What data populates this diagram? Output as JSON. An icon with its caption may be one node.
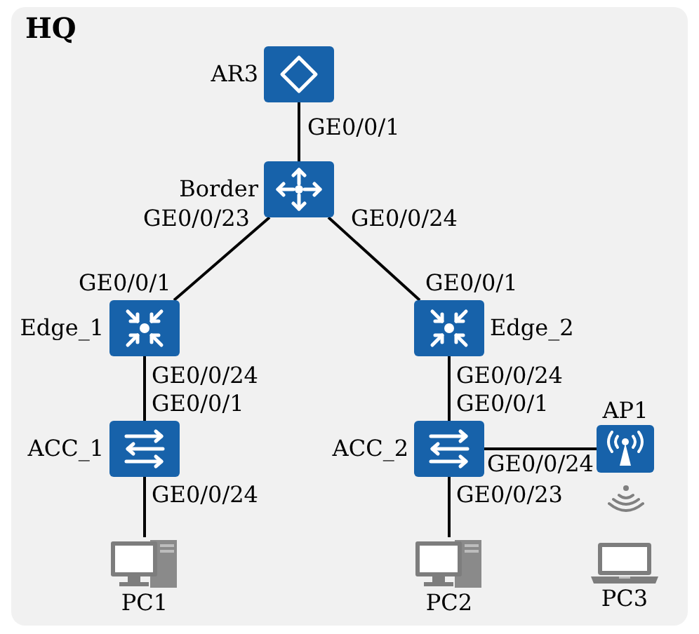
{
  "diagram": {
    "nodes": [
      {
        "text": [
          "HQ"
        ]
      },
      {
        "text": [
          "AR3"
        ],
        "in": 0
      },
      {
        "text": [
          "Border"
        ],
        "in": 0
      },
      {
        "text": [
          "Edge_1"
        ],
        "in": 0
      },
      {
        "text": [
          "Edge_2"
        ],
        "in": 0
      },
      {
        "text": [
          "ACC_1"
        ],
        "in": 0
      },
      {
        "text": [
          "ACC_2"
        ],
        "in": 0
      },
      {
        "text": [
          "AP1"
        ],
        "in": 0
      },
      {
        "text": [
          "PC1"
        ],
        "in": 0
      },
      {
        "text": [
          "PC2"
        ],
        "in": 0
      },
      {
        "text": [
          "PC3"
        ],
        "in": 0
      }
    ],
    "edges": [
      {
        "from": 1,
        "to": 2,
        "arrow": "none"
      },
      {
        "from": 2,
        "to": 3,
        "arrow": "none"
      },
      {
        "from": 2,
        "to": 4,
        "arrow": "none"
      },
      {
        "from": 3,
        "to": 5,
        "arrow": "none"
      },
      {
        "from": 4,
        "to": 6,
        "arrow": "none"
      },
      {
        "from": 5,
        "to": 8,
        "arrow": "none"
      },
      {
        "from": 6,
        "to": 7,
        "arrow": "none"
      },
      {
        "from": 6,
        "to": 9,
        "arrow": "none"
      }
    ],
    "labels": [
      "GE0/0/1",
      "GE0/0/23",
      "GE0/0/24",
      "GE0/0/1",
      "GE0/0/1",
      "GE0/0/24",
      "GE0/0/24",
      "GE0/0/1",
      "GE0/0/1",
      "GE0/0/24",
      "GE0/0/24",
      "GE0/0/23"
    ]
  }
}
